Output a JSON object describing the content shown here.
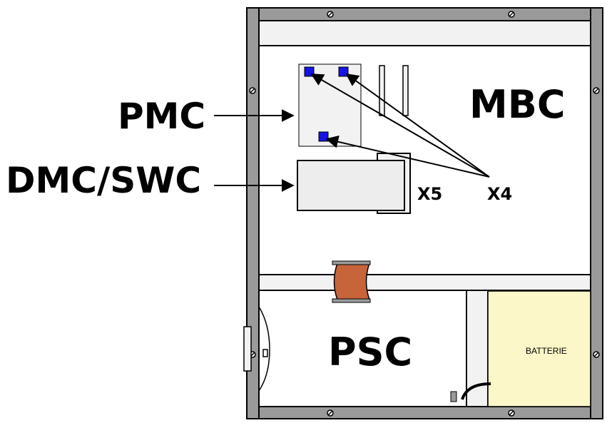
{
  "labels": {
    "pmc": "PMC",
    "dmc_swc": "DMC/SWC",
    "mbc": "MBC",
    "psc": "PSC",
    "x4": "X4",
    "x5": "X5",
    "battery": "BATTERIE"
  },
  "colors": {
    "frame": "#9a9a9a",
    "panel": "#f2f2f2",
    "connector_blue": "#1414e6",
    "coupler_orange": "#c8643a",
    "battery_fill": "#fbf7c8"
  }
}
